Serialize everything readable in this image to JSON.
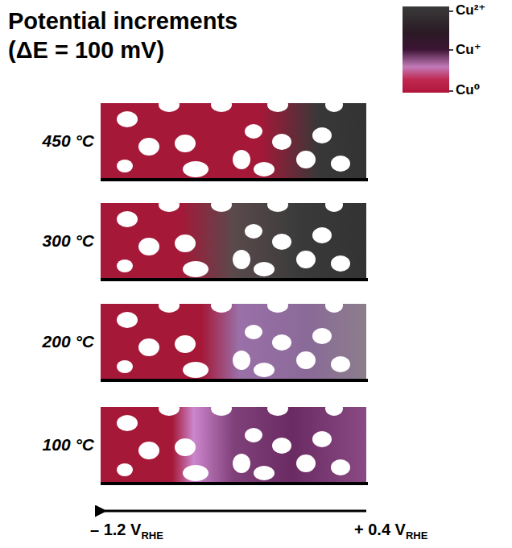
{
  "diagram": {
    "title": "Potential increments (ΔE = 100 mV)",
    "nodes": [
      {
        "text": [
          "450 °C"
        ]
      },
      {
        "text": [
          "300 °C"
        ]
      },
      {
        "text": [
          "200 °C"
        ]
      },
      {
        "text": [
          "100 °C"
        ]
      }
    ],
    "labels": [
      "Cu²⁺",
      "Cu⁺",
      "Cu⁰",
      "– 1.2 V",
      "RHE",
      "+ 0.4 V",
      "RHE"
    ]
  }
}
